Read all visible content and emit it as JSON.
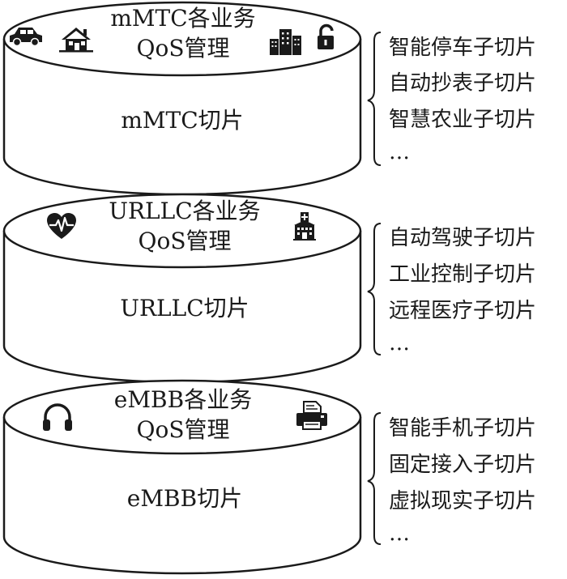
{
  "layers": [
    {
      "id": "mmtc",
      "header_line1": "mMTC各业务",
      "header_line2": "QoS管理",
      "slice_label": "mMTC切片",
      "icons": [
        "car-icon",
        "house-icon",
        "buildings-icon",
        "padlock-icon"
      ],
      "sub_slices": [
        "智能停车子切片",
        "自动抄表子切片",
        "智慧农业子切片",
        "…"
      ]
    },
    {
      "id": "urllc",
      "header_line1": "URLLC各业务",
      "header_line2": "QoS管理",
      "slice_label": "URLLC切片",
      "icons": [
        "heart-pulse-icon",
        "hospital-icon"
      ],
      "sub_slices": [
        "自动驾驶子切片",
        "工业控制子切片",
        "远程医疗子切片",
        "…"
      ]
    },
    {
      "id": "embb",
      "header_line1": "eMBB各业务",
      "header_line2": "QoS管理",
      "slice_label": "eMBB切片",
      "icons": [
        "headphones-icon",
        "printer-icon"
      ],
      "sub_slices": [
        "智能手机子切片",
        "固定接入子切片",
        "虚拟现实子切片",
        "…"
      ]
    }
  ]
}
